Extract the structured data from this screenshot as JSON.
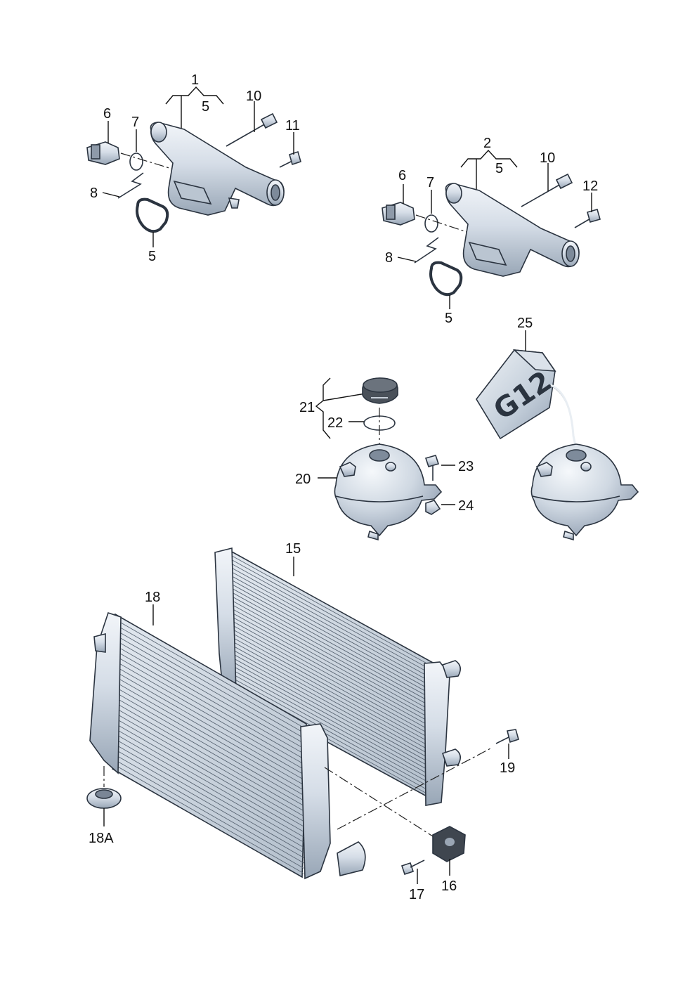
{
  "labels": {
    "l1": "1",
    "l5a": "5",
    "l6a": "6",
    "l7a": "7",
    "l8a": "8",
    "l5b": "5",
    "l10a": "10",
    "l11": "11",
    "l2": "2",
    "l5c": "5",
    "l6b": "6",
    "l7b": "7",
    "l8b": "8",
    "l5d": "5",
    "l10b": "10",
    "l12": "12",
    "l25": "25",
    "l21": "21",
    "l22": "22",
    "l20": "20",
    "l23": "23",
    "l24": "24",
    "l15": "15",
    "l18": "18",
    "l18a": "18A",
    "l19": "19",
    "l16": "16",
    "l17": "17"
  },
  "bottle_marking": "G12",
  "colors": {
    "metal": "#d7dfe8",
    "shade": "#aab6c4",
    "outline": "#2b3440"
  }
}
